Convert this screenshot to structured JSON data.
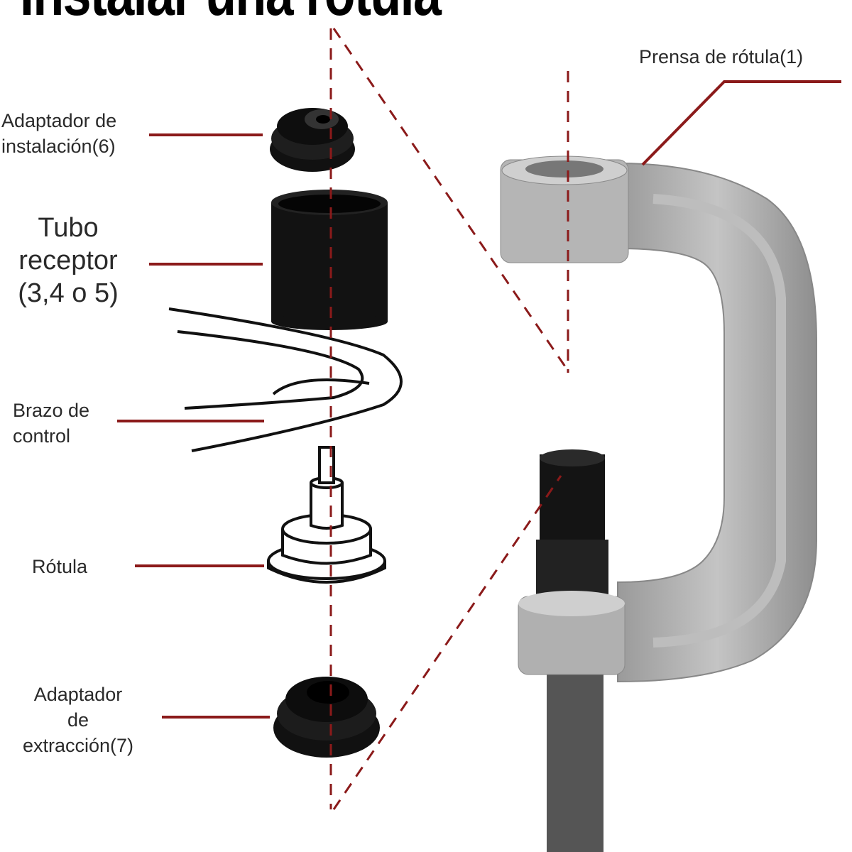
{
  "title": "Instalar una rótula",
  "labels": {
    "press": "Prensa de rótula(1)",
    "install_adapter": [
      "Adaptador de",
      "instalación(6)"
    ],
    "receiver_tube": [
      "Tubo",
      "receptor",
      "(3,4 o 5)"
    ],
    "control_arm": [
      "Brazo de",
      "control"
    ],
    "ball_joint": "Rótula",
    "removal_adapter": [
      "Adaptador",
      "de",
      "extracción(7)"
    ]
  },
  "colors": {
    "leader": "#8b1a1a",
    "part": "#111111",
    "clamp": "#a8a8a8"
  }
}
